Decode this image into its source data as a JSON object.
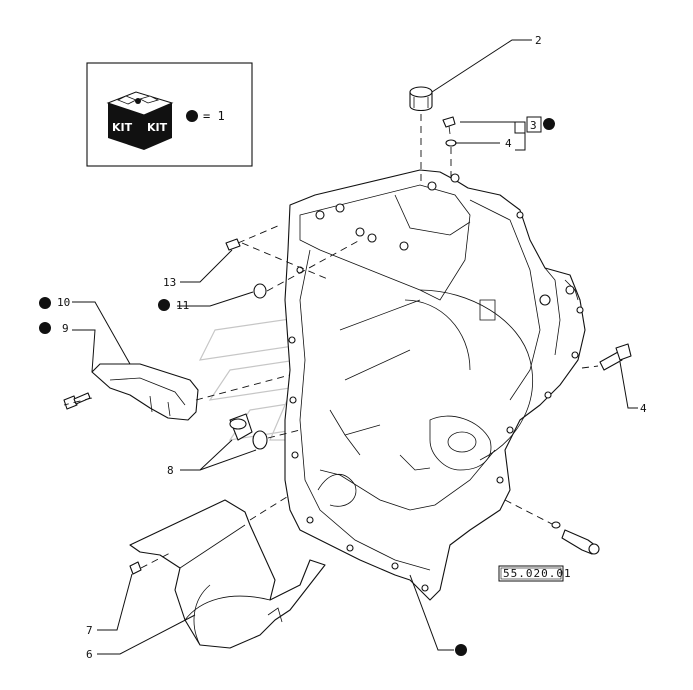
{
  "legend": {
    "kit_label_1": "KIT",
    "kit_label_2": "KIT",
    "text": "= 1"
  },
  "callouts": {
    "c2": "2",
    "c3": "3",
    "c4a": "4",
    "c4b": "4",
    "c6": "6",
    "c7": "7",
    "c8": "8",
    "c9": "9",
    "c10": "10",
    "c11": "11",
    "c13": "13"
  },
  "reference_box": "55.020.01",
  "colors": {
    "line": "#111111",
    "background": "#ffffff"
  }
}
